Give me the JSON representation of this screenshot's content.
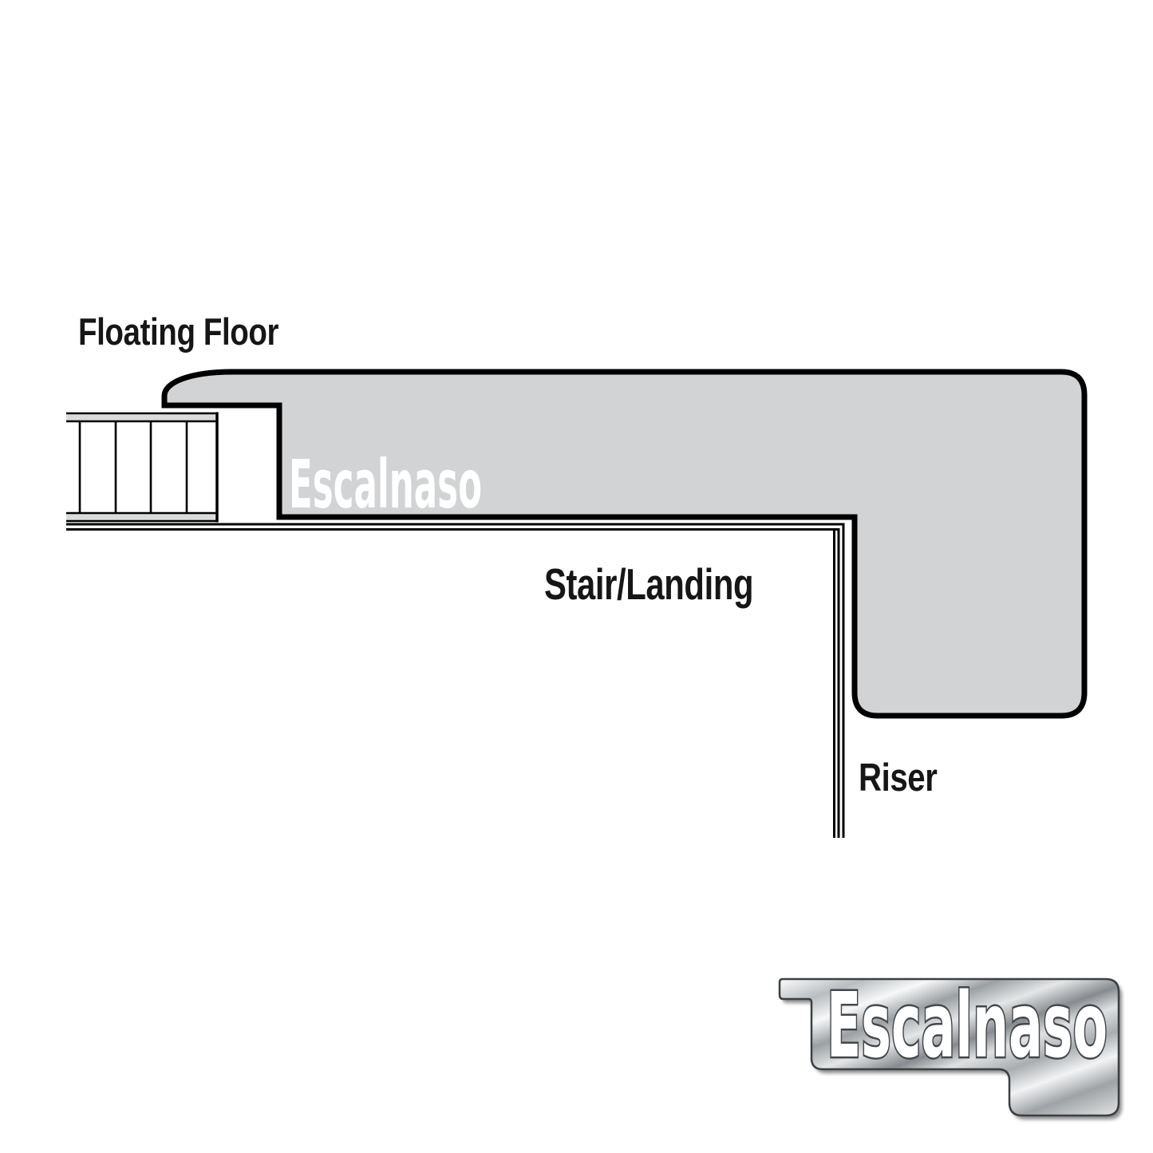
{
  "diagram": {
    "labels": {
      "floating_floor": "Floating Floor",
      "stair_landing": "Stair/Landing",
      "riser": "Riser"
    },
    "watermark_text": "Escalnaso",
    "logo_text": "Escalnaso",
    "colors": {
      "background": "#ffffff",
      "molding_fill": "#d1d3d4",
      "plank_strip_fill": "#d9dbdc",
      "outline": "#000000",
      "label_text": "#161616",
      "watermark_text": "#ffffff",
      "logo_metal_light": "#f7f8f8",
      "logo_metal_dark": "#878b8f"
    }
  }
}
